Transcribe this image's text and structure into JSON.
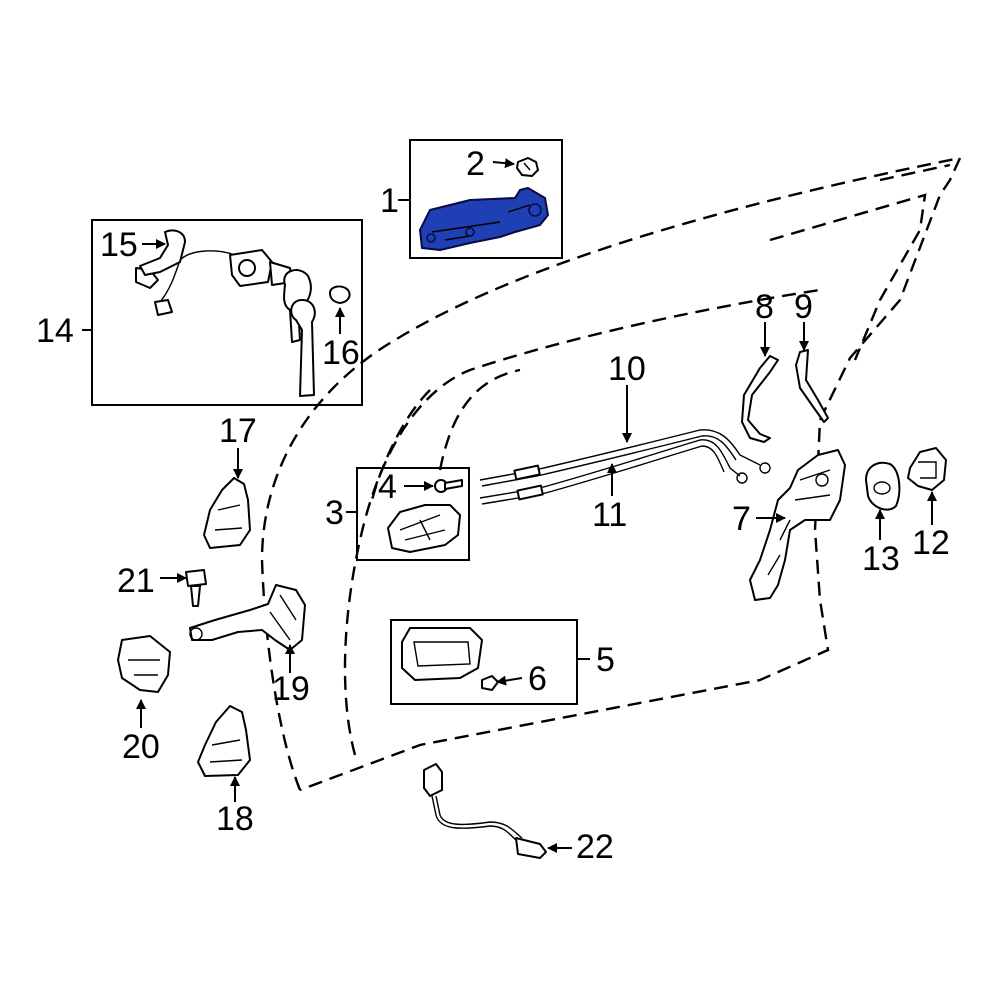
{
  "colors": {
    "highlight": "#1f3fb4",
    "line": "#000000",
    "background": "#ffffff"
  },
  "callouts": {
    "c1": "1",
    "c2": "2",
    "c3": "3",
    "c4": "4",
    "c5": "5",
    "c6": "6",
    "c7": "7",
    "c8": "8",
    "c9": "9",
    "c10": "10",
    "c11": "11",
    "c12": "12",
    "c13": "13",
    "c14": "14",
    "c15": "15",
    "c16": "16",
    "c17": "17",
    "c18": "18",
    "c19": "19",
    "c20": "20",
    "c21": "21",
    "c22": "22"
  }
}
